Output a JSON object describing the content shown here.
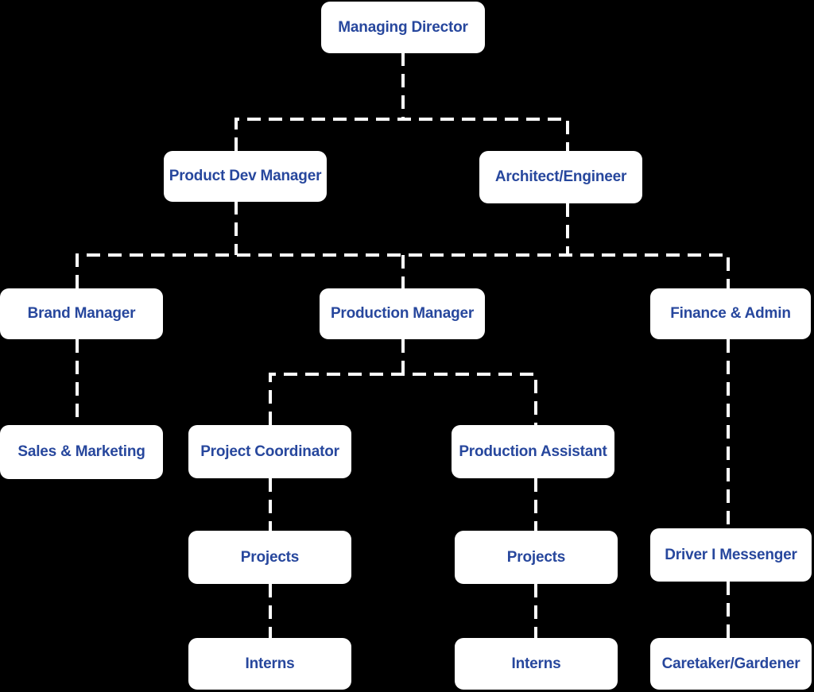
{
  "colors": {
    "background": "#000000",
    "node_fill": "#ffffff",
    "node_text": "#27479d",
    "connector": "#ffffff"
  },
  "nodes": {
    "managing_director": {
      "label": "Managing Director"
    },
    "product_dev_manager": {
      "label": "Product Dev Manager"
    },
    "architect_engineer": {
      "label": "Architect/Engineer"
    },
    "brand_manager": {
      "label": "Brand Manager"
    },
    "production_manager": {
      "label": "Production Manager"
    },
    "finance_admin": {
      "label": "Finance & Admin"
    },
    "sales_marketing": {
      "label": "Sales & Marketing"
    },
    "project_coordinator": {
      "label": "Project Coordinator"
    },
    "production_assistant": {
      "label": "Production Assistant"
    },
    "projects_left": {
      "label": "Projects"
    },
    "projects_right": {
      "label": "Projects"
    },
    "driver_messenger": {
      "label": "Driver I Messenger"
    },
    "interns_left": {
      "label": "Interns"
    },
    "interns_right": {
      "label": "Interns"
    },
    "caretaker_gardener": {
      "label": "Caretaker/Gardener"
    }
  },
  "edges": [
    {
      "from": "managing_director",
      "to": "product_dev_manager"
    },
    {
      "from": "managing_director",
      "to": "architect_engineer"
    },
    {
      "from": "product_dev_manager",
      "to": "level3-rail"
    },
    {
      "from": "architect_engineer",
      "to": "level3-rail"
    },
    {
      "from": "level3-rail",
      "to": "brand_manager"
    },
    {
      "from": "level3-rail",
      "to": "production_manager"
    },
    {
      "from": "level3-rail",
      "to": "finance_admin"
    },
    {
      "from": "brand_manager",
      "to": "sales_marketing"
    },
    {
      "from": "production_manager",
      "to": "project_coordinator"
    },
    {
      "from": "production_manager",
      "to": "production_assistant"
    },
    {
      "from": "project_coordinator",
      "to": "projects_left"
    },
    {
      "from": "production_assistant",
      "to": "projects_right"
    },
    {
      "from": "projects_left",
      "to": "interns_left"
    },
    {
      "from": "projects_right",
      "to": "interns_right"
    },
    {
      "from": "finance_admin",
      "to": "driver_messenger"
    },
    {
      "from": "driver_messenger",
      "to": "caretaker_gardener"
    }
  ]
}
